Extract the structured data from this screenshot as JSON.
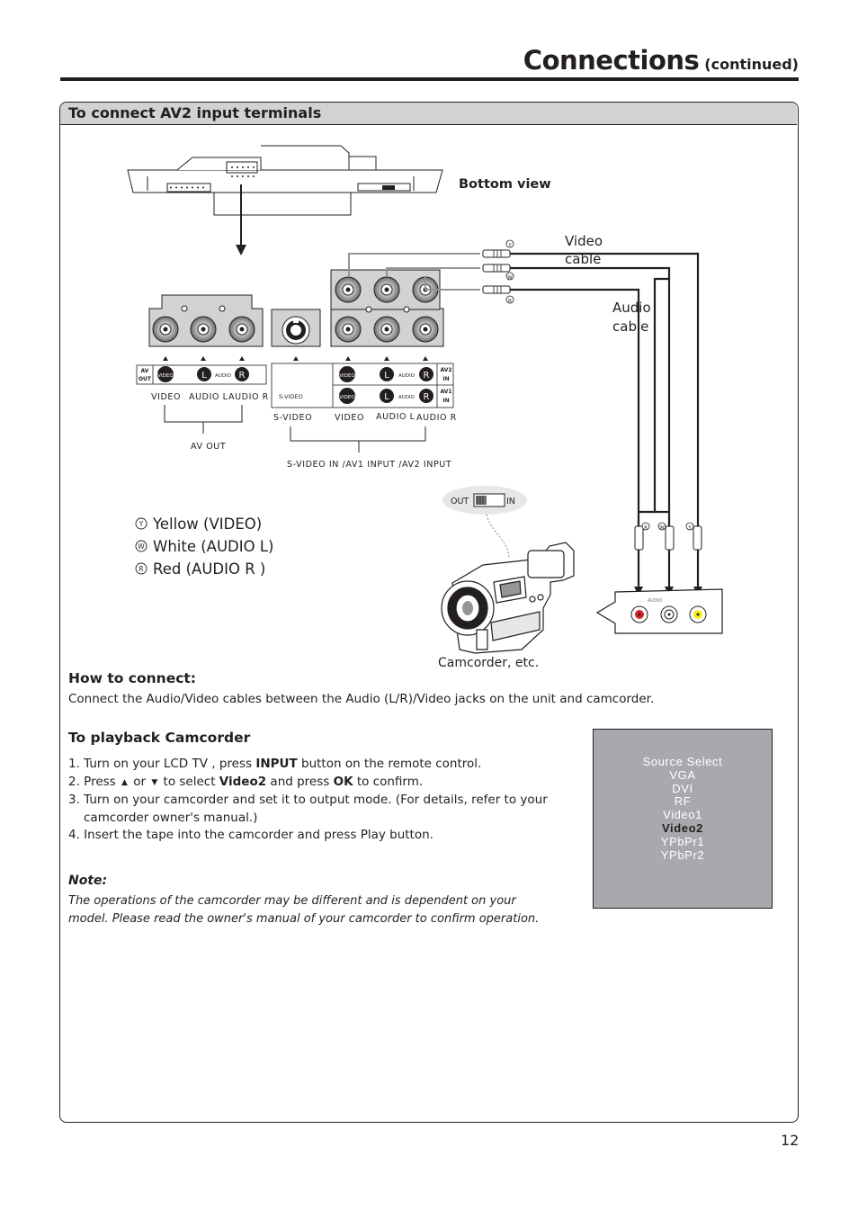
{
  "header": {
    "title": "Connections",
    "subtitle": "(continued)"
  },
  "section": {
    "heading": "To connect AV2 input terminals"
  },
  "diagram": {
    "bottom_view": "Bottom view",
    "video_cable": [
      "Video",
      "cable"
    ],
    "audio_cable": [
      "Audio",
      "cable"
    ],
    "jack_labels": {
      "av_out_badge": [
        "AV",
        "OUT"
      ],
      "av2_in_badge": [
        "AV2",
        "IN"
      ],
      "av1_in_badge": [
        "AV1",
        "IN"
      ],
      "video": "VIDEO",
      "audio": "AUDIO",
      "s_video_small": "S-VIDEO",
      "L": "L",
      "R": "R",
      "left_video": "VIDEO",
      "left_audio_l": "AUDIO L",
      "left_audio_r": "AUDIO R",
      "right_svideo": "S-VIDEO",
      "right_video": "VIDEO",
      "right_audio_l": "AUDIO L",
      "right_audio_r": "AUDIO R",
      "av_out": "AV OUT",
      "input_group": "S-VIDEO IN /AV1 INPUT /AV2 INPUT"
    },
    "switch": {
      "out": "OUT",
      "in": "IN"
    },
    "camcorder": "Camcorder, etc.",
    "legend": [
      {
        "letter": "Y",
        "text": "Yellow (VIDEO)"
      },
      {
        "letter": "W",
        "text": "White (AUDIO L)"
      },
      {
        "letter": "R",
        "text": "Red (AUDIO R )"
      }
    ],
    "plug_letters": [
      "Y",
      "W",
      "R"
    ],
    "cam_letters": [
      "R",
      "W",
      "Y"
    ],
    "cam_panel_label": "AUDIO",
    "colors": {
      "yellow": "#f7ec13",
      "red": "#d2232a",
      "white": "#ffffff",
      "panel_gray": "#d1d2d4",
      "osd_gray": "#a7a9ac"
    }
  },
  "how_to_connect": {
    "heading": "How to connect:",
    "body": "Connect the Audio/Video cables between the Audio (L/R)/Video jacks on the unit and camcorder."
  },
  "playback": {
    "heading": "To playback Camcorder",
    "step1_a": "1. Turn on your LCD TV , press ",
    "step1_b": "INPUT",
    "step1_c": " button on the remote control.",
    "step2_a": "2. Press ",
    "step2_or": " or ",
    "step2_b": " to select ",
    "step2_c": "Video2",
    "step2_d": " and press ",
    "step2_e": "OK",
    "step2_f": " to confirm.",
    "step3_line1": "3. Turn on your camcorder and set it to output mode. (For details, refer to your",
    "step3_line2": "camcorder owner's manual.)",
    "step4": "4. Insert the tape into the camcorder and press Play button."
  },
  "note": {
    "heading": "Note:",
    "line1": "The operations of the camcorder may be different and is dependent on your",
    "line2": "model. Please read the owner's manual of your camcorder to confirm operation."
  },
  "osd": {
    "title": "Source Select",
    "items": [
      "VGA",
      "DVI",
      "RF",
      "Video1",
      "Video2",
      "YPbPr1",
      "YPbPr2"
    ],
    "selected": "Video2"
  },
  "page_number": "12"
}
